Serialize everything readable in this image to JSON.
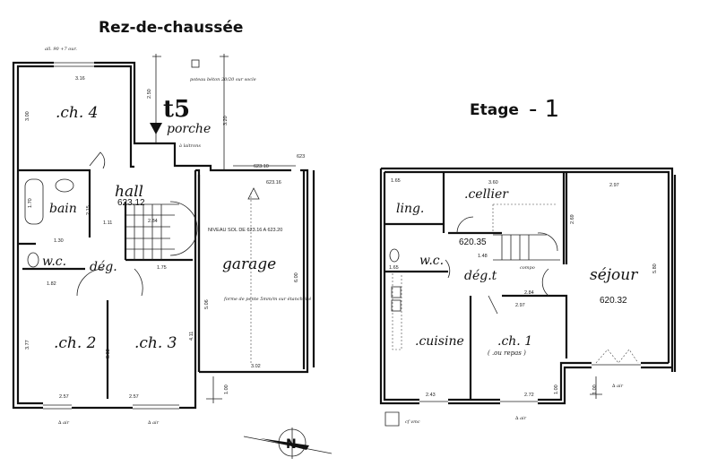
{
  "titles": {
    "ground": "Rez-de-chaussée",
    "upper_word": "Etage",
    "upper_num": "- 1",
    "type_mark": "t5"
  },
  "ground_floor": {
    "rooms": {
      "ch4": ".ch. 4",
      "porche": "porche",
      "hall": "hall",
      "bain": "bain",
      "wc": "w.c.",
      "deg": "dég.",
      "garage": "garage",
      "ch2": ".ch. 2",
      "ch3": ".ch. 3"
    },
    "levels": {
      "hall": "623.12",
      "garage_in": "623.16",
      "garage_out": "623.10",
      "edge": "623"
    },
    "notes": {
      "garage_floor": "NIVEAU SOL DE    623.16 A 623.20",
      "slope": "forme de pente 5mm/m sur étanchéité",
      "post": "poteau béton 20/20 sur socle",
      "porch_tiles": "à laitrons",
      "window_top": "all. 90 +7 our.",
      "air1": "∆ air",
      "air2": "∆ air"
    },
    "dims": [
      "3.16",
      "3.00",
      "2.50",
      "3.20",
      "1.70",
      "1.30",
      "1.11",
      "2.84",
      "1.75",
      "5.06",
      "6.00",
      "3.77",
      "3.02",
      "4.11",
      "2.57",
      "2.57",
      "3.02",
      "1.00",
      "2.15",
      "1.82"
    ]
  },
  "upper_floor": {
    "rooms": {
      "ling": "ling.",
      "cellier": ".cellier",
      "wc": "w.c.",
      "deg": "dég.t",
      "sejour": "séjour",
      "cuisine": ".cuisine",
      "ch1": ".ch. 1",
      "ch1_alt": "( .ou repas )"
    },
    "levels": {
      "deg": "620.35",
      "sejour": "620.32"
    },
    "notes": {
      "air1": "∆ air",
      "air2": "∆ air",
      "vmc": "cf vmc",
      "compo": "compo"
    },
    "dims": [
      "1.65",
      "3.60",
      "2.97",
      "2.69",
      "1.48",
      "1.65",
      "2.84",
      "2.97",
      "5.80",
      "2.72",
      "2.43",
      "1.00",
      "1.00"
    ]
  },
  "compass": {
    "label": "N"
  }
}
